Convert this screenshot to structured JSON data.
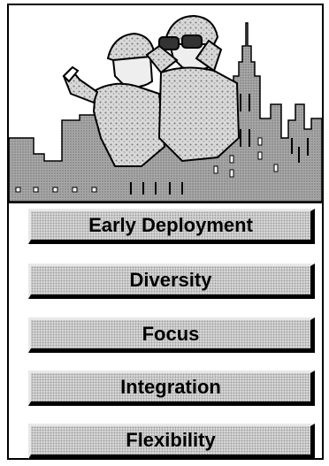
{
  "illustration": {
    "subject": "soldiers-with-binoculars-over-city-skyline"
  },
  "nav": {
    "items": [
      {
        "label": "Early Deployment"
      },
      {
        "label": "Diversity"
      },
      {
        "label": "Focus"
      },
      {
        "label": "Integration"
      },
      {
        "label": "Flexibility"
      }
    ]
  },
  "colors": {
    "button_face": "#c9c9c9",
    "button_shadow": "#000000",
    "button_highlight": "#e8e8e8",
    "skyline": "#9a9a9a"
  }
}
